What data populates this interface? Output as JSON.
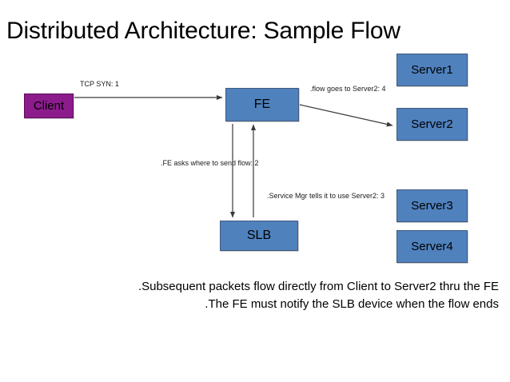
{
  "slide": {
    "title": "Distributed Architecture: Sample Flow",
    "background_color": "#ffffff"
  },
  "colors": {
    "node_blue": "#4F81BD",
    "node_blue_border": "#41597B",
    "node_purple": "#8C1C8C",
    "node_purple_border": "#5A0F5A",
    "arrow": "#3a3a3a",
    "text": "#000000"
  },
  "nodes": {
    "client": "Client",
    "fe": "FE",
    "slb": "SLB",
    "server1": "Server1",
    "server2": "Server2",
    "server3": "Server3",
    "server4": "Server4"
  },
  "annotations": {
    "tcp_syn": "TCP SYN: 1",
    "fe_asks": ".FE asks where to send flow: 2",
    "service_mgr": ".Service Mgr tells it to use Server2: 3",
    "flow_goes": ".flow goes to Server2: 4"
  },
  "bullets": {
    "line1": ".Subsequent packets flow directly from Client to Server2 thru the FE",
    "line2": ".The FE must notify the SLB device when the flow ends"
  }
}
